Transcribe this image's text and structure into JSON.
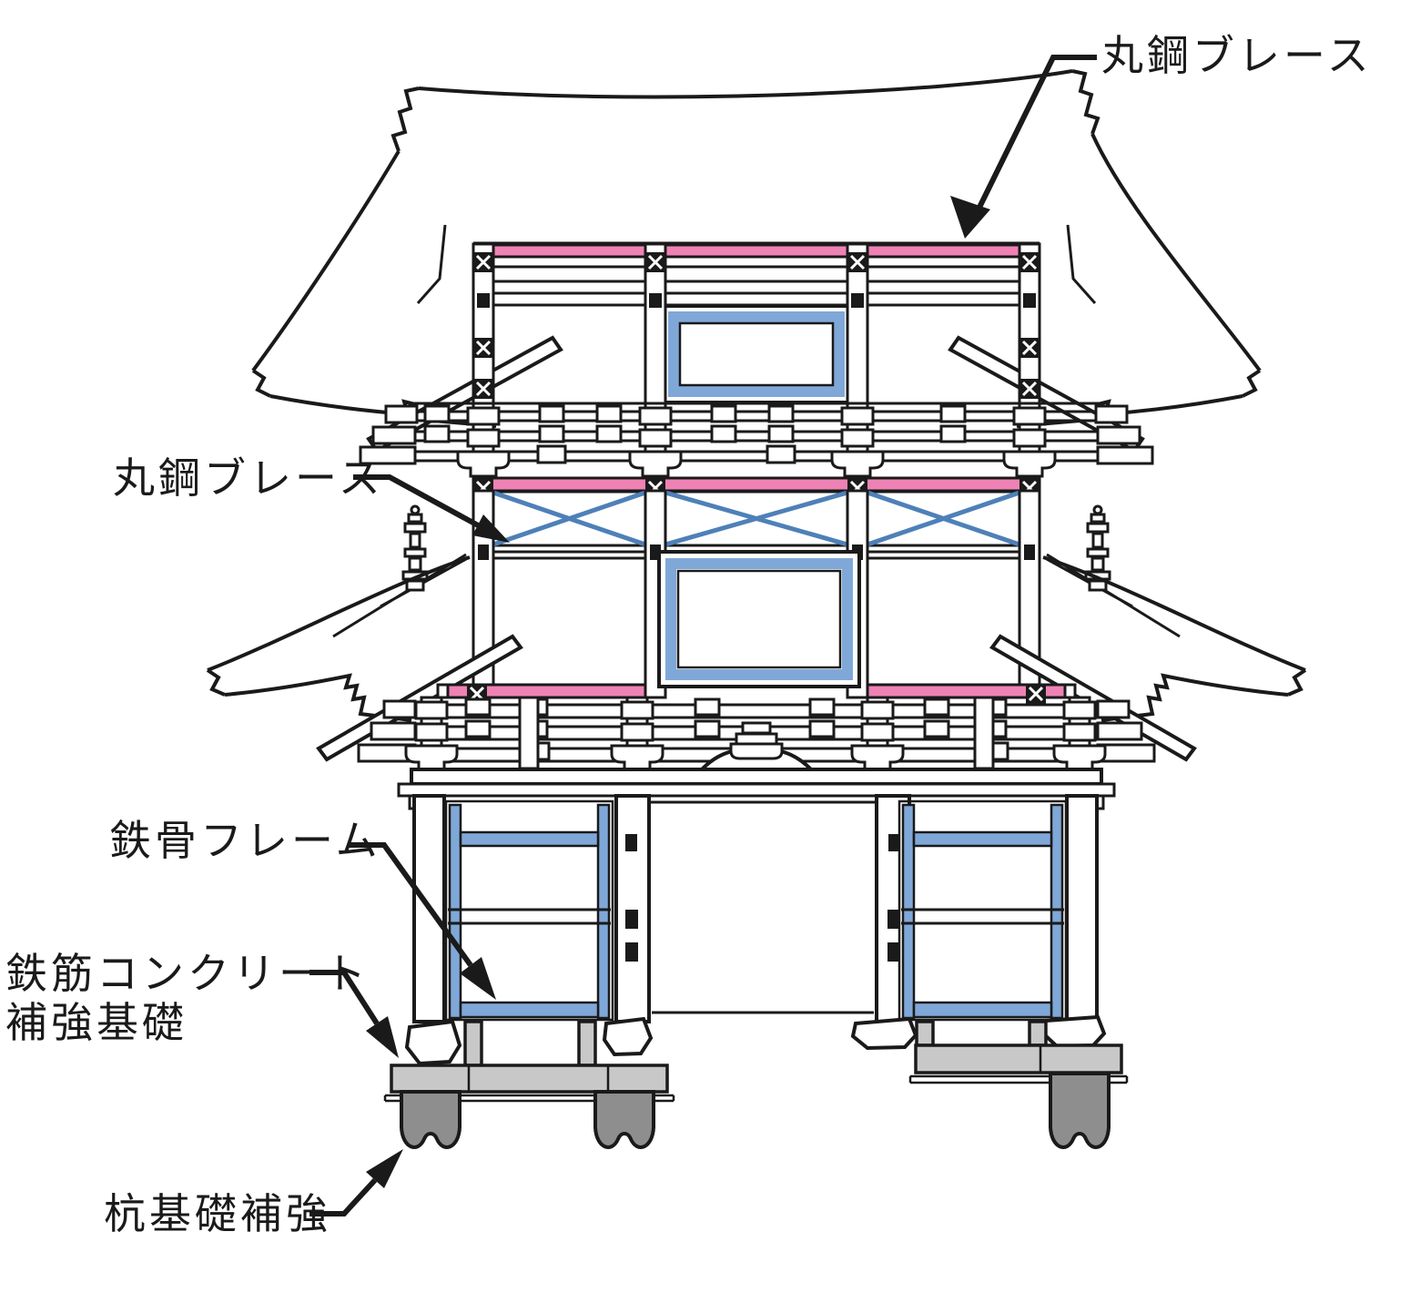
{
  "annotations": {
    "brace_top": {
      "label": "丸鋼ブレース"
    },
    "brace_mid": {
      "label": "丸鋼ブレース"
    },
    "steel_frame": {
      "label": "鉄骨フレーム"
    },
    "rc_foundation": {
      "label_line1": "鉄筋コンクリート",
      "label_line2": "補強基礎"
    },
    "pile": {
      "label": "杭基礎補強"
    }
  },
  "colors": {
    "brace_band_pink": "#ee82b4",
    "steel_frame_blue": "#7fa8d8",
    "x_brace_blue": "#4e80b8",
    "concrete_gray": "#c8c8c8",
    "pile_gray": "#8e8e8e",
    "ink": "#1a1a1a"
  }
}
